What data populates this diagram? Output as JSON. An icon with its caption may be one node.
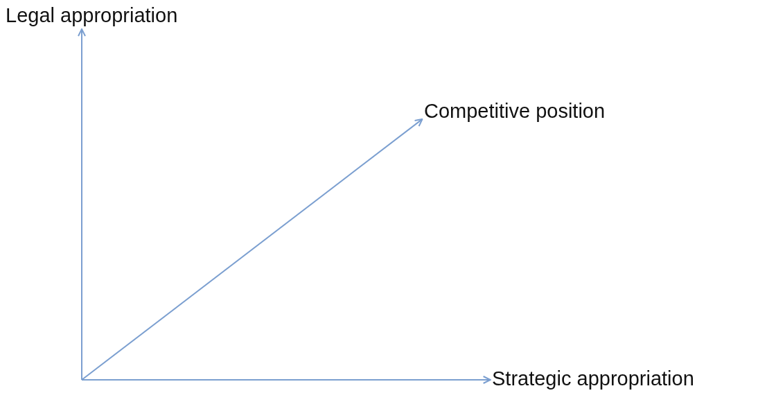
{
  "diagram": {
    "nodes": [
      {
        "text": [
          "Legal appropriation"
        ]
      },
      {
        "text": [
          "Competitive position"
        ]
      },
      {
        "text": [
          "Strategic appropriation"
        ]
      }
    ],
    "edges": [
      {
        "from": null,
        "to": 0,
        "arrow": "to"
      },
      {
        "from": null,
        "to": 1,
        "arrow": "to"
      },
      {
        "from": null,
        "to": 2,
        "arrow": "to"
      }
    ]
  }
}
